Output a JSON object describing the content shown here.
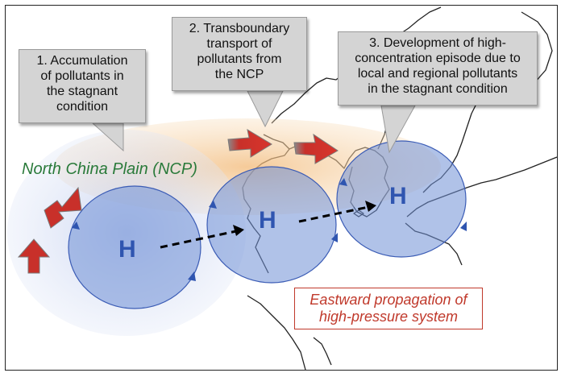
{
  "callouts": {
    "step1": {
      "lines": [
        "1. Accumulation",
        "of pollutants in",
        "the stagnant",
        "condition"
      ]
    },
    "step2": {
      "lines": [
        "2. Transboundary",
        "transport of",
        "pollutants from",
        "the NCP"
      ]
    },
    "step3": {
      "lines": [
        "3. Development of high-",
        "concentration episode due to",
        "local and regional pollutants",
        "in the stagnant condition"
      ]
    }
  },
  "region_label": "North China Plain (NCP)",
  "pressure_systems": [
    "H",
    "H",
    "H"
  ],
  "propagation_label": {
    "lines": [
      "Eastward propagation of",
      "high-pressure system"
    ]
  },
  "colors": {
    "pollutant_haze": "#f5c891",
    "high_pressure": "#6f8fd6",
    "arrow_red": "#c8302a",
    "ncp_text": "#2a7a3a",
    "propagation_text": "#c0392b"
  }
}
